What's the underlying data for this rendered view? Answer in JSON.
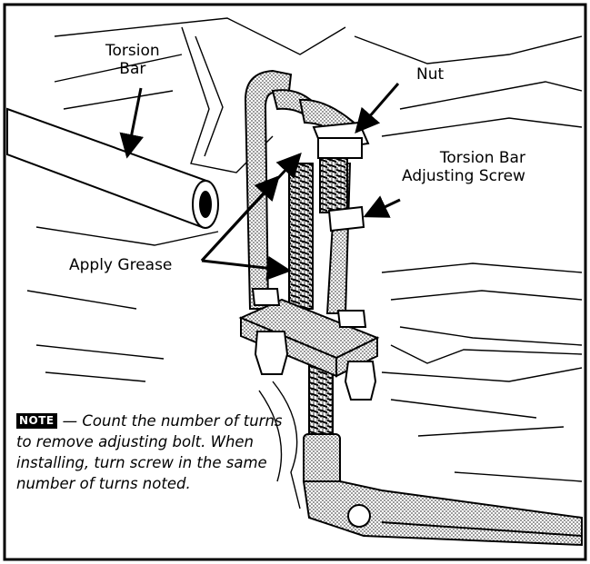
{
  "labels": {
    "torsion_bar": "Torsion\nBar",
    "nut": "Nut",
    "adjusting_screw": "Torsion Bar\nAdjusting Screw",
    "apply_grease": "Apply Grease"
  },
  "note": {
    "badge": "NOTE",
    "text": "— Count the number of turns to remove adjusting bolt. When installing, turn screw in the same number of turns noted."
  },
  "colors": {
    "ink": "#000000",
    "paper": "#ffffff",
    "stipple": "#bdbdbd"
  }
}
